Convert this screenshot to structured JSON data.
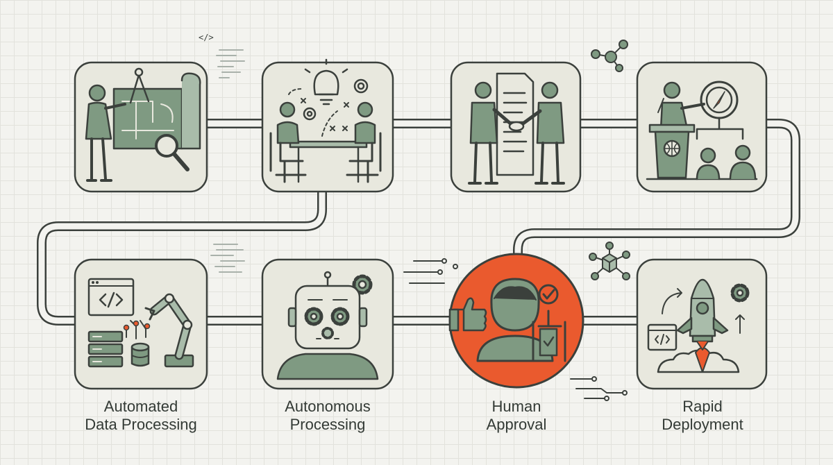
{
  "colors": {
    "background": "#f3f3ef",
    "grid": "#e2e2dc",
    "card_fill": "#e8e8de",
    "outline": "#3b403c",
    "sage": "#7f9a82",
    "sage_light": "#a9bcaa",
    "highlight": "#ea5a2e",
    "text": "#333a35"
  },
  "stages": [
    {
      "id": "planning",
      "icon": "blueprint-planning-icon",
      "label_lines": []
    },
    {
      "id": "brainstorm",
      "icon": "team-brainstorm-icon",
      "label_lines": []
    },
    {
      "id": "agreement",
      "icon": "handshake-agreement-icon",
      "label_lines": []
    },
    {
      "id": "presentation",
      "icon": "podium-presentation-icon",
      "label_lines": []
    },
    {
      "id": "automated-data-processing",
      "icon": "robot-arm-data-icon",
      "label_lines": [
        "Automated",
        "Data Processing"
      ]
    },
    {
      "id": "autonomous-processing",
      "icon": "robot-gears-icon",
      "label_lines": [
        "Autonomous",
        "Processing"
      ]
    },
    {
      "id": "human-approval",
      "icon": "human-approval-icon",
      "highlighted": true,
      "label_lines": [
        "Human",
        "Approval"
      ]
    },
    {
      "id": "rapid-deployment",
      "icon": "rocket-launch-icon",
      "label_lines": [
        "Rapid",
        "Deployment"
      ]
    }
  ],
  "decorations": {
    "code_tag": "</>",
    "node_icon": "network-node-icon",
    "cube_icon": "network-cube-icon"
  }
}
